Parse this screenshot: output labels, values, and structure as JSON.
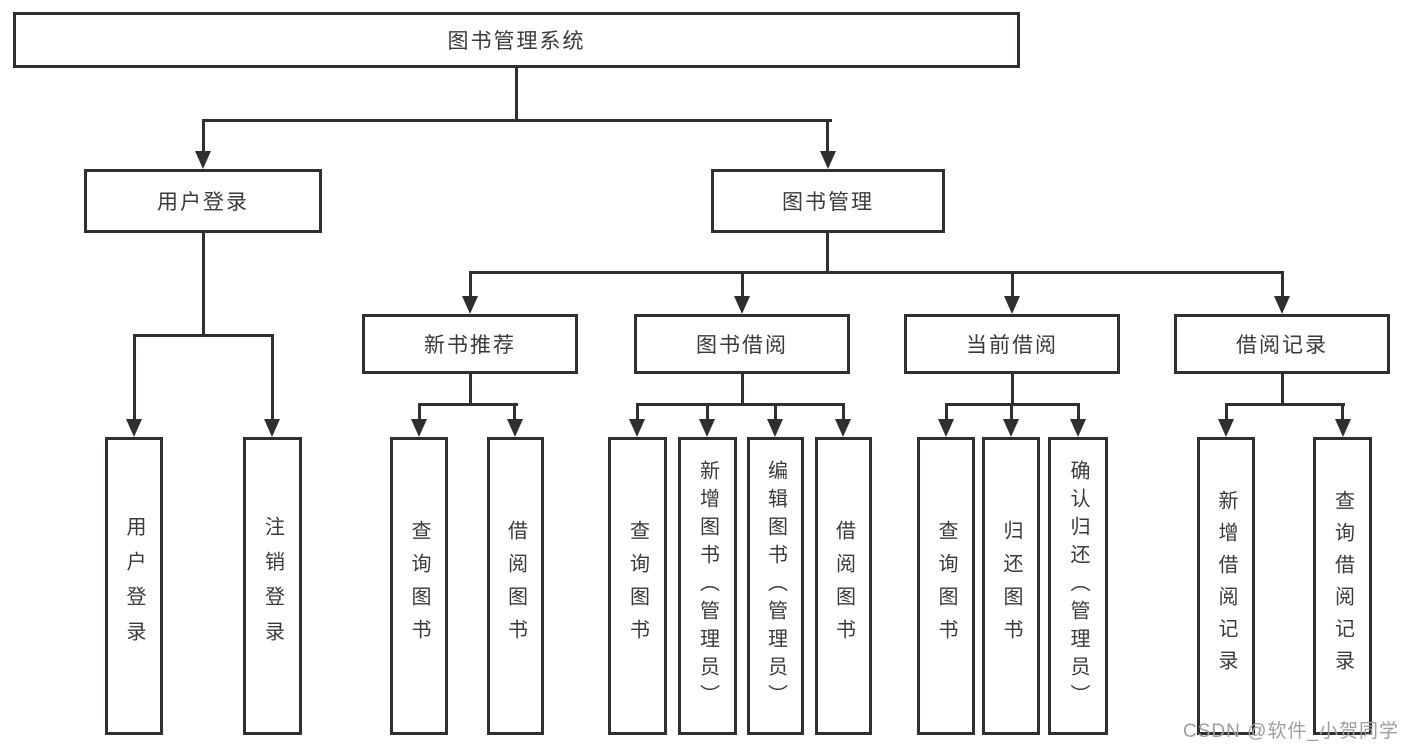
{
  "tree": {
    "root": "图书管理系统",
    "branches": [
      {
        "label": "用户登录",
        "children": [
          "用户登录",
          "注销登录"
        ]
      },
      {
        "label": "图书管理",
        "children": [
          {
            "label": "新书推荐",
            "children": [
              "查询图书",
              "借阅图书"
            ]
          },
          {
            "label": "图书借阅",
            "children": [
              "查询图书",
              "新增图书（管理员）",
              "编辑图书（管理员）",
              "借阅图书"
            ]
          },
          {
            "label": "当前借阅",
            "children": [
              "查询图书",
              "归还图书",
              "确认归还（管理员）"
            ]
          },
          {
            "label": "借阅记录",
            "children": [
              "新增借阅记录",
              "查询借阅记录"
            ]
          }
        ]
      }
    ]
  },
  "watermark": {
    "text": "CSDN @软件_小贺同学"
  },
  "colors": {
    "line": "#2e2f31",
    "text": "#3a3a3a",
    "watermark_text": "#9e9e9e",
    "background": "#ffffff"
  }
}
